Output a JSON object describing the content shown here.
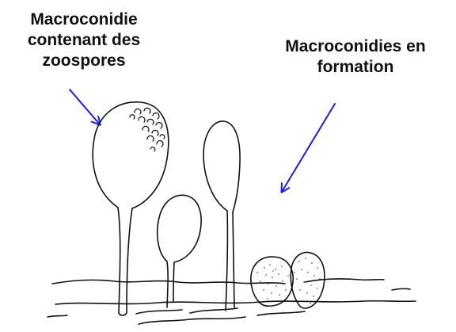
{
  "labels": {
    "left": {
      "line1": "Macroconidie",
      "line2": "contenant des",
      "line3": "zoospores"
    },
    "right": {
      "line1": "Macroconidies en",
      "line2": "formation"
    }
  },
  "colors": {
    "arrow": "#1a1aff",
    "ink": "#111111"
  }
}
